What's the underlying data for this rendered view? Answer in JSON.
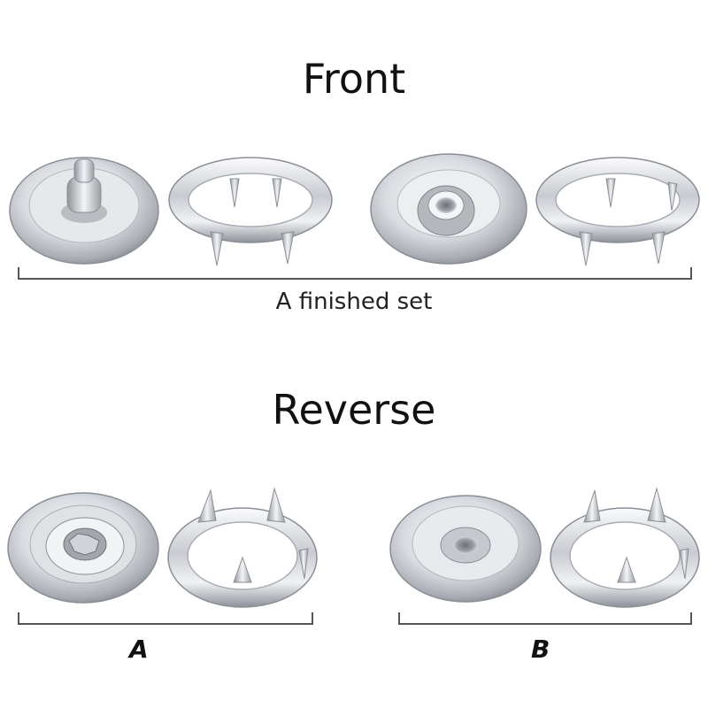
{
  "front": {
    "heading": "Front",
    "caption": "A finished set"
  },
  "reverse": {
    "heading": "Reverse",
    "label_a": "A",
    "label_b": "B"
  },
  "colors": {
    "metal_light": "#f4f5f7",
    "metal_mid": "#c9ccd1",
    "metal_dark": "#8e9299",
    "background": "#ffffff"
  }
}
